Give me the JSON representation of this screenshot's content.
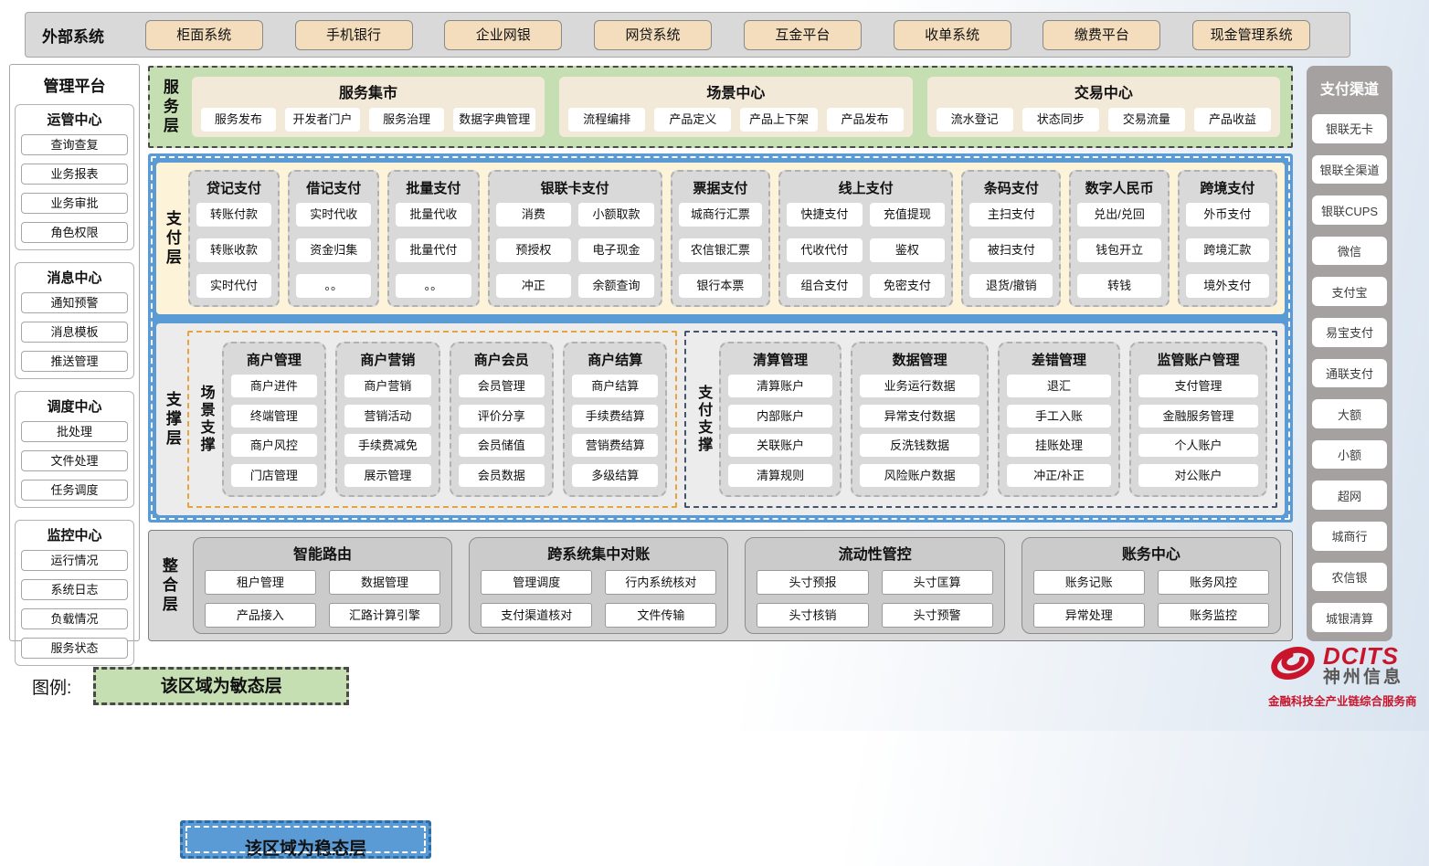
{
  "external": {
    "label": "外部系统",
    "systems": [
      "柜面系统",
      "手机银行",
      "企业网银",
      "网贷系统",
      "互金平台",
      "收单系统",
      "缴费平台",
      "现金管理系统"
    ]
  },
  "management": {
    "title": "管理平台",
    "groups": [
      {
        "title": "运管中心",
        "items": [
          "查询查复",
          "业务报表",
          "业务审批",
          "角色权限"
        ]
      },
      {
        "title": "消息中心",
        "items": [
          "通知预警",
          "消息模板",
          "推送管理"
        ]
      },
      {
        "title": "调度中心",
        "items": [
          "批处理",
          "文件处理",
          "任务调度"
        ]
      },
      {
        "title": "监控中心",
        "items": [
          "运行情况",
          "系统日志",
          "负载情况",
          "服务状态"
        ]
      }
    ]
  },
  "service_layer": {
    "label": "服务层",
    "panels": [
      {
        "title": "服务集市",
        "items": [
          "服务发布",
          "开发者门户",
          "服务治理",
          "数据字典管理"
        ]
      },
      {
        "title": "场景中心",
        "items": [
          "流程编排",
          "产品定义",
          "产品上下架",
          "产品发布"
        ]
      },
      {
        "title": "交易中心",
        "items": [
          "流水登记",
          "状态同步",
          "交易流量",
          "产品收益"
        ]
      }
    ]
  },
  "payment_layer": {
    "label": "支付层",
    "columns": [
      {
        "title": "贷记支付",
        "items": [
          "转账付款",
          "转账收款",
          "实时代付"
        ]
      },
      {
        "title": "借记支付",
        "items": [
          "实时代收",
          "资金归集",
          "。。"
        ]
      },
      {
        "title": "批量支付",
        "items": [
          "批量代收",
          "批量代付",
          "。。"
        ]
      },
      {
        "title": "银联卡支付",
        "items": [
          "消费",
          "小额取款",
          "预授权",
          "电子现金",
          "冲正",
          "余额查询"
        ]
      },
      {
        "title": "票据支付",
        "items": [
          "城商行汇票",
          "农信银汇票",
          "银行本票"
        ]
      },
      {
        "title": "线上支付",
        "items": [
          "快捷支付",
          "充值提现",
          "代收代付",
          "鉴权",
          "组合支付",
          "免密支付"
        ]
      },
      {
        "title": "条码支付",
        "items": [
          "主扫支付",
          "被扫支付",
          "退货/撤销"
        ]
      },
      {
        "title": "数字人民币",
        "items": [
          "兑出/兑回",
          "钱包开立",
          "转钱"
        ]
      },
      {
        "title": "跨境支付",
        "items": [
          "外币支付",
          "跨境汇款",
          "境外支付"
        ]
      }
    ]
  },
  "support_layer": {
    "label": "支撑层",
    "scene": {
      "label": "场景支撑",
      "groups": [
        {
          "title": "商户管理",
          "items": [
            "商户进件",
            "终端管理",
            "商户风控",
            "门店管理"
          ]
        },
        {
          "title": "商户营销",
          "items": [
            "商户营销",
            "营销活动",
            "手续费减免",
            "展示管理"
          ]
        },
        {
          "title": "商户会员",
          "items": [
            "会员管理",
            "评价分享",
            "会员储值",
            "会员数据"
          ]
        },
        {
          "title": "商户结算",
          "items": [
            "商户结算",
            "手续费结算",
            "营销费结算",
            "多级结算"
          ]
        }
      ]
    },
    "pay": {
      "label": "支付支撑",
      "groups": [
        {
          "title": "清算管理",
          "items": [
            "清算账户",
            "内部账户",
            "关联账户",
            "清算规则"
          ]
        },
        {
          "title": "数据管理",
          "items": [
            "业务运行数据",
            "异常支付数据",
            "反洗钱数据",
            "风险账户数据"
          ]
        },
        {
          "title": "差错管理",
          "items": [
            "退汇",
            "手工入账",
            "挂账处理",
            "冲正/补正"
          ]
        },
        {
          "title": "监管账户管理",
          "items": [
            "支付管理",
            "金融服务管理",
            "个人账户",
            "对公账户"
          ]
        }
      ]
    }
  },
  "integration_layer": {
    "label": "整合层",
    "sections": [
      {
        "title": "智能路由",
        "items": [
          "租户管理",
          "数据管理",
          "产品接入",
          "汇路计算引擎"
        ]
      },
      {
        "title": "跨系统集中对账",
        "items": [
          "管理调度",
          "行内系统核对",
          "支付渠道核对",
          "文件传输"
        ]
      },
      {
        "title": "流动性管控",
        "items": [
          "头寸预报",
          "头寸匡算",
          "头寸核销",
          "头寸预警"
        ]
      },
      {
        "title": "账务中心",
        "items": [
          "账务记账",
          "账务风控",
          "异常处理",
          "账务监控"
        ]
      }
    ]
  },
  "channels": {
    "title": "支付渠道",
    "items": [
      "银联无卡",
      "银联全渠道",
      "银联CUPS",
      "微信",
      "支付宝",
      "易宝支付",
      "通联支付",
      "大额",
      "小额",
      "超网",
      "城商行",
      "农信银",
      "城银清算"
    ]
  },
  "legend": {
    "label": "图例:",
    "agile": "该区域为敏态层",
    "stable": "该区域为稳态层"
  },
  "logo": {
    "brand": "DCITS",
    "company": "神州信息",
    "tagline": "金融科技全产业链综合服务商"
  },
  "colors": {
    "agile_green": "#c5dfb3",
    "stable_blue": "#5b9bd5",
    "panel_cream": "#f3e9d9",
    "payment_cream": "#fcf3d9",
    "chip_tan": "#f3ddbd",
    "box_gray": "#d9d9d9",
    "scene_orange": "#e8a33d",
    "pay_navy": "#44546a",
    "brand_red": "#c9152c"
  }
}
